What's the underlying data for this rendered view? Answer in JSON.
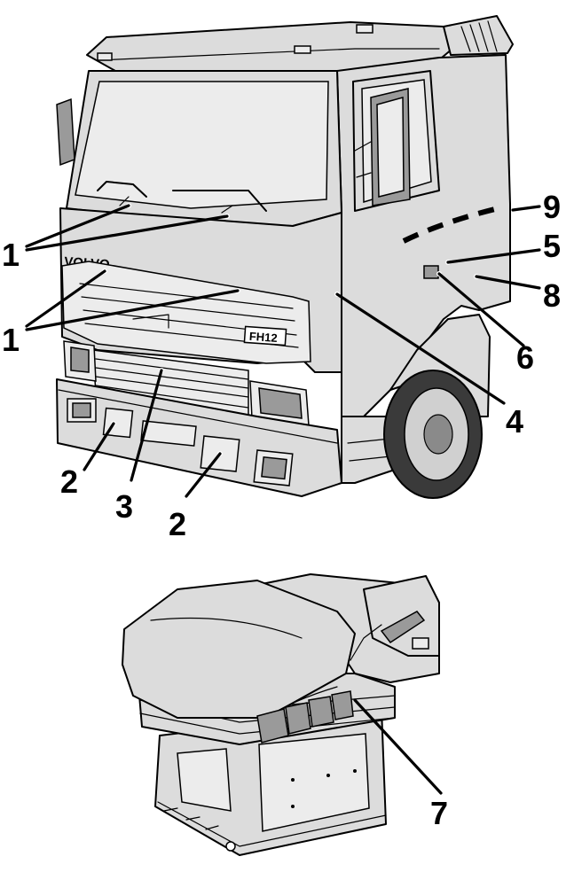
{
  "figure": {
    "callouts": [
      {
        "id": "c1a",
        "label": "1"
      },
      {
        "id": "c1b",
        "label": "1"
      },
      {
        "id": "c2a",
        "label": "2"
      },
      {
        "id": "c3",
        "label": "3"
      },
      {
        "id": "c2b",
        "label": "2"
      },
      {
        "id": "c4",
        "label": "4"
      },
      {
        "id": "c5",
        "label": "5"
      },
      {
        "id": "c6",
        "label": "6"
      },
      {
        "id": "c7",
        "label": "7"
      },
      {
        "id": "c8",
        "label": "8"
      },
      {
        "id": "c9",
        "label": "9"
      }
    ],
    "brand_text": "VOLVO",
    "model_badge": "FH12"
  },
  "colors": {
    "ink": "#000000",
    "panel_fill": "#dcdcdc",
    "background": "#ffffff"
  }
}
